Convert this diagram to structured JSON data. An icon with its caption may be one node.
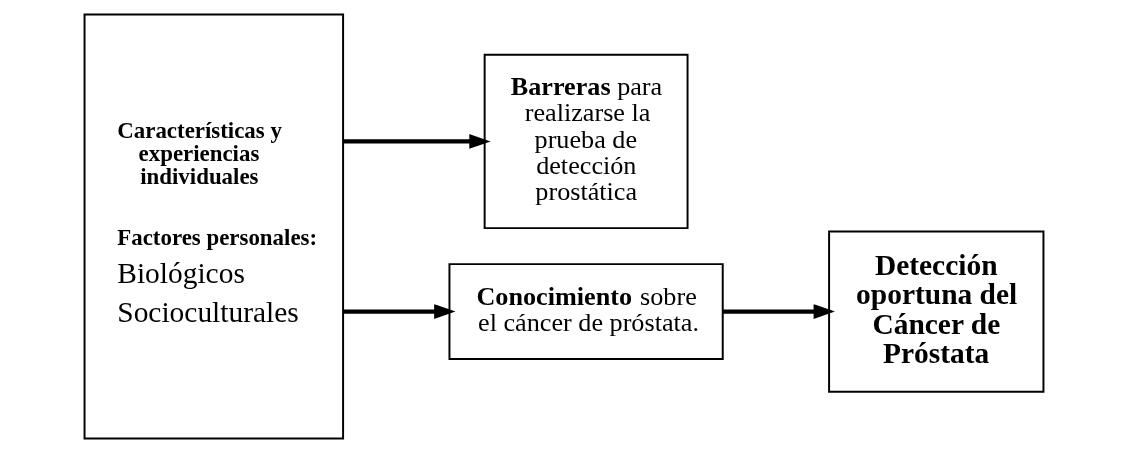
{
  "diagram": {
    "nodes": [
      {
        "text": [
          "Características y experiencias individuales",
          "Factores personales:",
          "Biológicos",
          "Socioculturales"
        ]
      },
      {
        "text": [
          "**Barreras** para realizarse la prueba de detección prostática"
        ]
      },
      {
        "text": [
          "**Conocimiento** sobre el cáncer de próstata."
        ]
      },
      {
        "text": [
          "Detección oportuna del Cáncer de Próstata"
        ]
      }
    ],
    "edges": [
      {
        "from": 0,
        "to": 1,
        "arrow": "to"
      },
      {
        "from": 0,
        "to": 2,
        "arrow": "to"
      },
      {
        "from": 2,
        "to": 3,
        "arrow": "to"
      }
    ]
  }
}
